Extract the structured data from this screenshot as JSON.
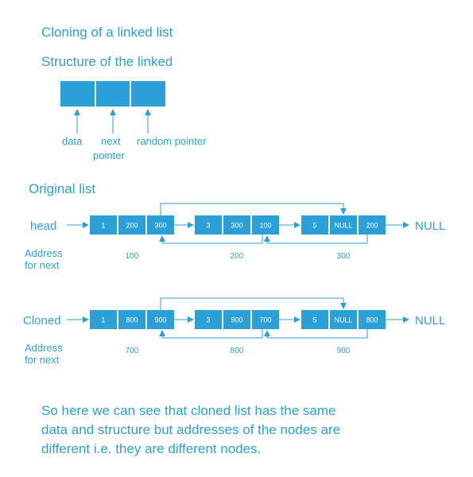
{
  "title": "Cloning of a linked list",
  "structure": {
    "heading": "Structure of the linked",
    "labels": {
      "data": "data",
      "next_line1": "next",
      "next_line2": "pointer",
      "random": "random pointer"
    }
  },
  "original": {
    "heading": "Original list",
    "head_label": "head",
    "null_label": "NULL",
    "address_label_line1": "Address",
    "address_label_line2": "for next",
    "nodes": [
      {
        "data": "1",
        "next": "200",
        "random": "300",
        "address": "100"
      },
      {
        "data": "3",
        "next": "300",
        "random": "100",
        "address": "200"
      },
      {
        "data": "5",
        "next": "NULL",
        "random": "200",
        "address": "300"
      }
    ]
  },
  "cloned": {
    "head_label": "Cloned",
    "null_label": "NULL",
    "address_label_line1": "Address",
    "address_label_line2": "for next",
    "nodes": [
      {
        "data": "1",
        "next": "800",
        "random": "900",
        "address": "700"
      },
      {
        "data": "3",
        "next": "900",
        "random": "700",
        "address": "800"
      },
      {
        "data": "5",
        "next": "NULL",
        "random": "800",
        "address": "900"
      }
    ]
  },
  "summary": {
    "line1": "So here we can see that cloned list has the same",
    "line2": "data and structure but addresses of the nodes are",
    "line3": "different i.e.  they are different nodes."
  },
  "colors": {
    "accent": "#2a9fd8",
    "cell_text": "#ffffff",
    "background": "#ffffff"
  }
}
